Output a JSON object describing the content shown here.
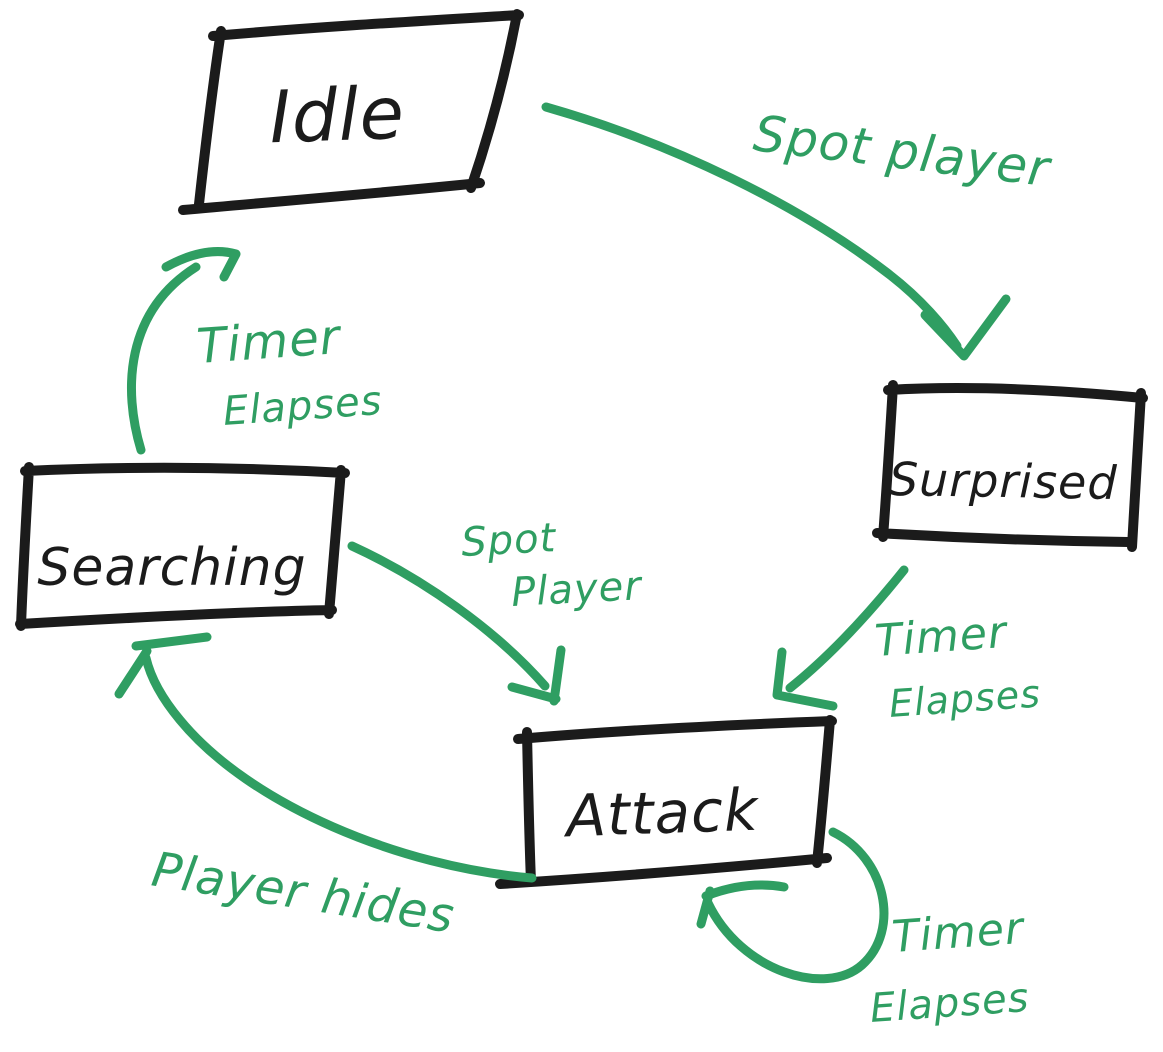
{
  "diagram": {
    "type": "state-machine",
    "colors": {
      "ink": "#1b1b1b",
      "accent": "#2f9e62",
      "background": "#ffffff"
    },
    "states": [
      {
        "id": "idle",
        "label": "Idle"
      },
      {
        "id": "surprised",
        "label": "Surprised"
      },
      {
        "id": "searching",
        "label": "Searching"
      },
      {
        "id": "attack",
        "label": "Attack"
      }
    ],
    "transitions": [
      {
        "from": "Idle",
        "to": "Surprised",
        "label": "Spot player",
        "lines": [
          "Spot player"
        ]
      },
      {
        "from": "Surprised",
        "to": "Attack",
        "label": "Timer Elapses",
        "lines": [
          "Timer",
          "Elapses"
        ]
      },
      {
        "from": "Searching",
        "to": "Attack",
        "label": "Spot Player",
        "lines": [
          "Spot",
          "Player"
        ]
      },
      {
        "from": "Attack",
        "to": "Searching",
        "label": "Player hides",
        "lines": [
          "Player hides"
        ]
      },
      {
        "from": "Searching",
        "to": "Idle",
        "label": "Timer Elapses",
        "lines": [
          "Timer",
          "Elapses"
        ]
      },
      {
        "from": "Attack",
        "to": "Attack",
        "label": "Timer Elapses",
        "lines": [
          "Timer",
          "Elapses"
        ]
      }
    ]
  }
}
